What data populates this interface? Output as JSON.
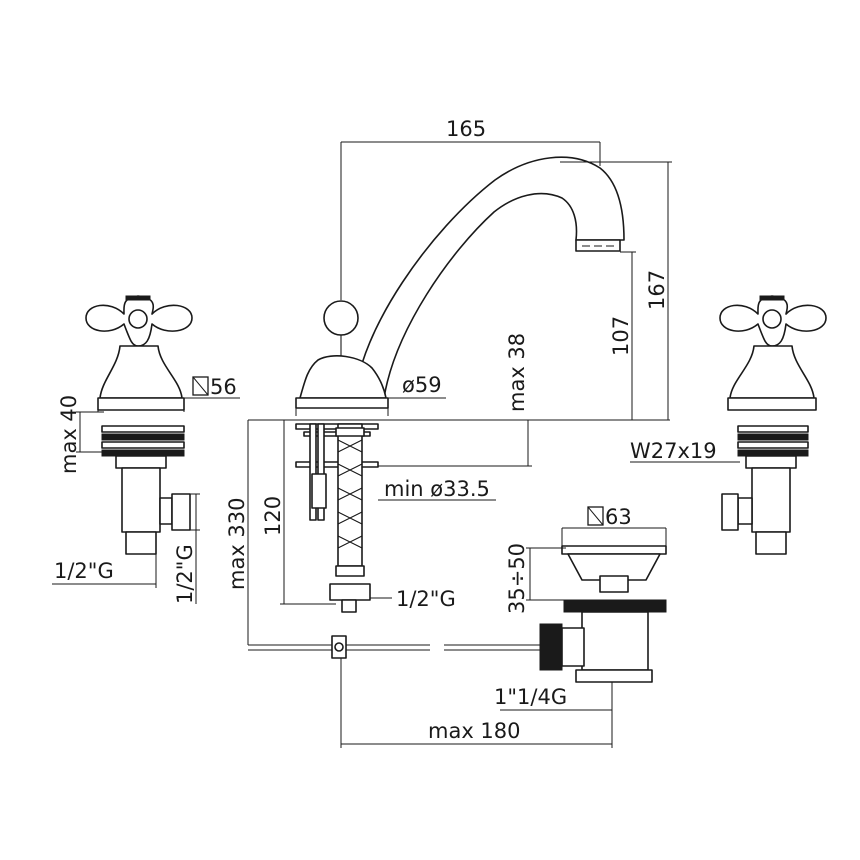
{
  "dimensions": {
    "spout_reach": "165",
    "overall_height": "167",
    "spout_outlet_height": "107",
    "deck_thickness_max": "max 38",
    "valve_flange_size": "56",
    "spout_base_diameter": "ø59",
    "valve_deck_max": "max 40",
    "valve_thread": "W27x19",
    "hole_min_diameter": "min ø33.5",
    "hose_length": "120",
    "max_below_deck": "max 330",
    "hose_connection": "1/2\"G",
    "valve_outlet_thread": "1/2\"G",
    "valve_inlet_thread": "1/2\"G",
    "waste_cap_size": "63",
    "waste_height_range": "35÷50",
    "waste_thread": "1\"1/4G",
    "max_lever_reach": "max 180"
  },
  "colors": {
    "line": "#1a1a1a",
    "background": "#ffffff"
  }
}
